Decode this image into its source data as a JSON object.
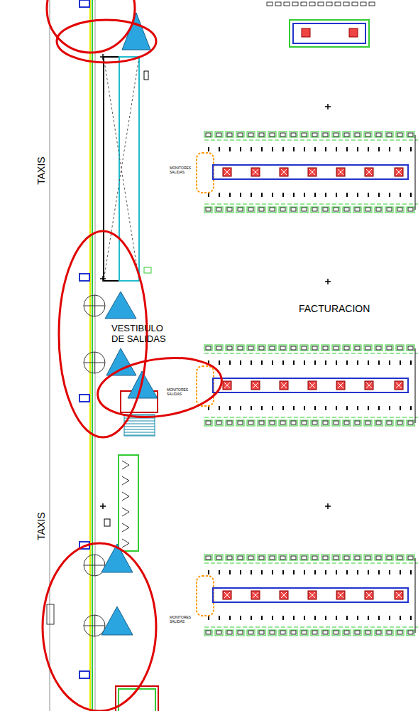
{
  "diagram": {
    "labels": [
      "TAXIS",
      "MONITORES SALIDAS",
      "FACTURACION",
      "VESTIBULO DE SALIDAS",
      "MONITORES SALIDAS",
      "TAXIS",
      "MONITORES SALIDAS"
    ]
  }
}
